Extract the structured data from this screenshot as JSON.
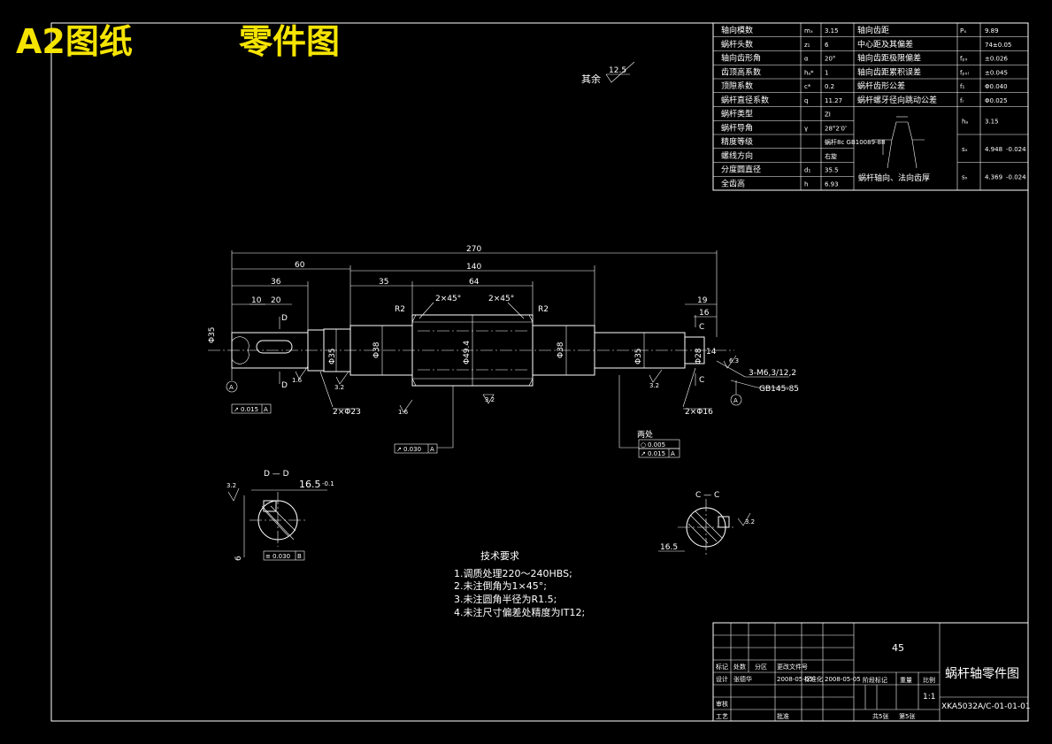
{
  "banner": {
    "format": "A2图纸",
    "kind": "零件图"
  },
  "roughness_rest": {
    "label": "其余",
    "value": "12.5"
  },
  "params_left": [
    {
      "name": "轴向模数",
      "sym": "mₓ",
      "val": "3.15"
    },
    {
      "name": "蜗杆头数",
      "sym": "z₁",
      "val": "6"
    },
    {
      "name": "轴向齿形角",
      "sym": "α",
      "val": "20°"
    },
    {
      "name": "齿顶高系数",
      "sym": "hₐ*",
      "val": "1"
    },
    {
      "name": "顶隙系数",
      "sym": "c*",
      "val": "0.2"
    },
    {
      "name": "蜗杆直径系数",
      "sym": "q",
      "val": "11.27"
    },
    {
      "name": "蜗杆类型",
      "sym": "",
      "val": "ZI"
    },
    {
      "name": "蜗杆导角",
      "sym": "γ",
      "val": "28°2′0″"
    },
    {
      "name": "精度等级",
      "sym": "",
      "val": "蜗杆8c GB10089-88"
    },
    {
      "name": "螺线方向",
      "sym": "",
      "val": "右旋"
    },
    {
      "name": "分度圆直径",
      "sym": "d₁",
      "val": "35.5"
    },
    {
      "name": "全齿高",
      "sym": "h",
      "val": "6.93"
    }
  ],
  "params_right": [
    {
      "name": "轴向齿距",
      "sym": "Pₓ",
      "val": "9.89"
    },
    {
      "name": "中心距及其偏差",
      "sym": "",
      "val": "74±0.05"
    },
    {
      "name": "轴向齿距极限偏差",
      "sym": "fₚₓ",
      "val": "±0.026"
    },
    {
      "name": "轴向齿距累积误差",
      "sym": "fₚₓₗ",
      "val": "±0.045"
    },
    {
      "name": "蜗杆齿形公差",
      "sym": "f₁",
      "val": "Φ0.040"
    },
    {
      "name": "蜗杆螺牙径向跳动公差",
      "sym": "fᵣ",
      "val": "Φ0.025"
    }
  ],
  "tooth_thickness": {
    "caption": "蜗杆轴向、法向齿厚",
    "rows": [
      {
        "sym": "hₐ",
        "val": "3.15"
      },
      {
        "sym": "sₓ",
        "val": "4.948",
        "tol": "-0.024"
      },
      {
        "sym": "sₙ",
        "val": "4.369",
        "tol": "-0.024"
      }
    ]
  },
  "dims": {
    "overall": "270",
    "d60": "60",
    "d140": "140",
    "d36": "36",
    "d35": "35",
    "d64": "64",
    "d10": "10",
    "d20": "20",
    "d19": "19",
    "d16": "16",
    "d14": "14",
    "chamfer1": "2×45°",
    "chamfer2": "2×45°",
    "r2a": "R2",
    "r2b": "R2",
    "dia_left": "Φ35",
    "dia_a": "Φ35",
    "dia_b": "Φ38",
    "dia_c": "Φ49.4",
    "dia_d": "Φ38",
    "dia_e": "Φ35",
    "dia_f": "Φ28",
    "center_hole": "2×Φ23",
    "center_hole2": "2×Φ16",
    "thread": "3-M6,3/12,2",
    "gb": "GB145-85",
    "ra_a": "1.6",
    "ra_b": "3.2",
    "ra_c": "3.2",
    "ra_d": "3.2",
    "ra_e": "1.6",
    "ra_f": "6.3"
  },
  "tolerances": {
    "runout_left": "0.015",
    "runout_mid": "0.030",
    "both_ends": "两处",
    "cyl": "0.005",
    "runout_right": "0.015",
    "datum": "A",
    "sym_b": "0.030",
    "datum_b": "B"
  },
  "section_d": {
    "title": "D — D",
    "width": "16.5",
    "width_tol": "-0.1",
    "depth": "6",
    "ra": "3.2"
  },
  "section_c": {
    "title": "C — C",
    "width": "16.5",
    "ra": "3.2"
  },
  "view_markers": {
    "d1": "D",
    "d2": "D",
    "c1": "C",
    "c2": "C",
    "a1": "A",
    "a2": "A",
    "b": "B"
  },
  "tech": {
    "title": "技术要求",
    "items": [
      "1.调质处理220～240HBS;",
      "2.未注倒角为1×45°;",
      "3.未注圆角半径为R1.5;",
      "4.未注尺寸偏差处精度为IT12;"
    ]
  },
  "titleblock": {
    "material": "45",
    "part_name": "蜗杆轴零件图",
    "drawing_no": "XKA5032A/C-01-01-01",
    "scale_label": "比例",
    "scale": "1:1",
    "weight_label": "重量",
    "stage_label": "阶段标记",
    "sheet_total": "共5张",
    "sheet_no": "第5张",
    "marks": "标记",
    "count": "处数",
    "zone": "分区",
    "change_no": "更改文件号",
    "design": "设计",
    "drawer": "张德华",
    "date": "2008-05-05",
    "std": "标准化",
    "review": "审核",
    "process": "工艺",
    "approve": "批准"
  }
}
